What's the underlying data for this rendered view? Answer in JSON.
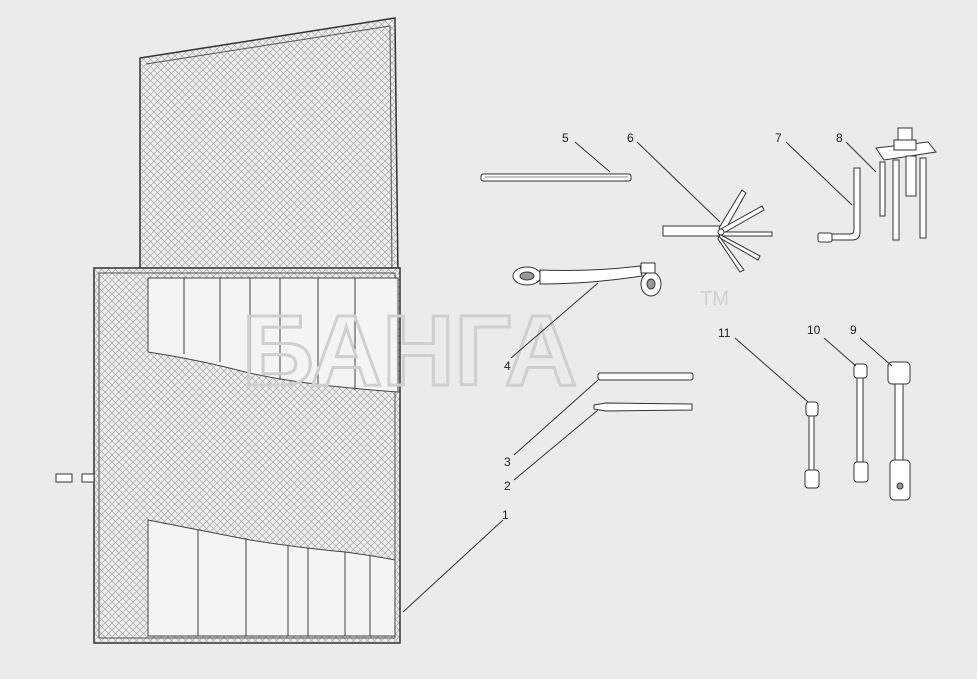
{
  "watermark": {
    "text": "БАНГА",
    "tm": "TM"
  },
  "callouts": {
    "c1": "1",
    "c2": "2",
    "c3": "3",
    "c4": "4",
    "c5": "5",
    "c6": "6",
    "c7": "7",
    "c8": "8",
    "c9": "9",
    "c10": "10",
    "c11": "11"
  },
  "colors": {
    "background": "#ebebeb",
    "line": "#333333",
    "mesh": "#bdbdbd",
    "watermark": "#cfcfcf"
  }
}
